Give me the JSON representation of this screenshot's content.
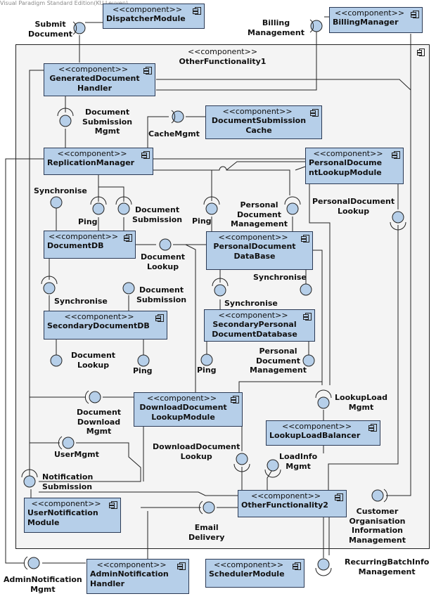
{
  "watermark": "Visual Paradigm Standard Edition(KU Leuven)",
  "outer": {
    "stereotype": "<<component>>",
    "name": "OtherFunctionality1"
  },
  "stereotype": "<<component>>",
  "components": {
    "dispatcher": "DispatcherModule",
    "billing": "BillingManager",
    "generated_doc": "GeneratedDocument\nHandler",
    "doc_submission_cache": "DocumentSubmission\nCache",
    "replication": "ReplicationManager",
    "personal_lookup_module": "PersonalDocume\nntLookupModule",
    "document_db": "DocumentDB",
    "personal_db": "PersonalDocument\nDataBase",
    "secondary_db": "SecondaryDocumentDB",
    "secondary_personal_db": "SecondaryPersonal\nDocumentDatabase",
    "download_lookup": "DownloadDocument\nLookupModule",
    "lookup_balancer": "LookupLoadBalancer",
    "user_notification": "UserNotification\nModule",
    "other_func2": "OtherFunctionality2",
    "admin_notification": "AdminNotification\nHandler",
    "scheduler": "SchedulerModule"
  },
  "labels": {
    "submit_document": "Submit\nDocument",
    "billing_management": "Billing\nManagement",
    "doc_submission_mgmt": "Document\nSubmission\nMgmt",
    "cache_mgmt": "CacheMgmt",
    "synchronise_1": "Synchronise",
    "ping_1": "Ping",
    "document_submission_1": "Document\nSubmission",
    "ping_2": "Ping",
    "personal_doc_mgmt_1": "Personal\nDocument\nManagement",
    "personal_doc_lookup": "PersonalDocument\nLookup",
    "document_lookup_1": "Document\nLookup",
    "synchronise_2": "Synchronise",
    "synchronise_3": "Synchronise",
    "document_submission_2": "Document\nSubmission",
    "synchronise_4": "Synchronise",
    "document_lookup_2": "Document\nLookup",
    "ping_3": "Ping",
    "ping_4": "Ping",
    "personal_doc_mgmt_2": "Personal\nDocument\nManagement",
    "lookup_load_mgmt": "LookupLoad\nMgmt",
    "doc_download_mgmt": "Document\nDownload\nMgmt",
    "user_mgmt": "UserMgmt",
    "download_doc_lookup": "DownloadDocument\nLookup",
    "load_info_mgmt": "LoadInfo\nMgmt",
    "notification_submission": "Notification\nSubmission",
    "email_delivery": "Email\nDelivery",
    "customer_org_info_mgmt": "Customer\nOrganisation\nInformation\nManagement",
    "admin_notification_mgmt": "AdminNotification\nMgmt",
    "recurring_batch_info_mgmt": "RecurringBatchInfo\nManagement"
  },
  "colors": {
    "component_fill": "#b6cfe9",
    "component_border": "#2b3a55",
    "container_fill": "#f4f4f4",
    "line": "#222222"
  }
}
